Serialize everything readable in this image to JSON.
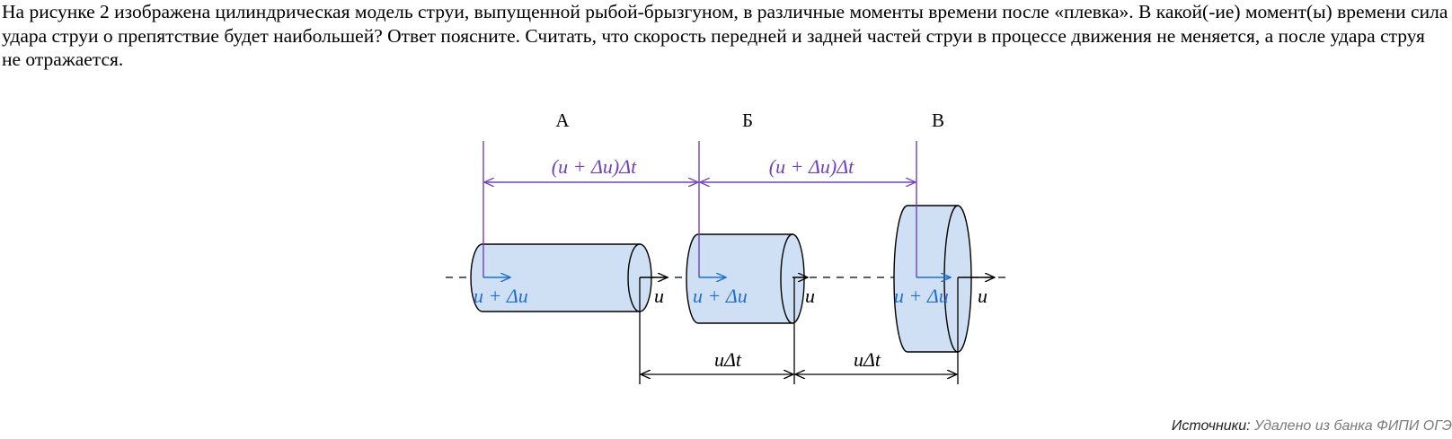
{
  "question": {
    "text": "На рисунке 2 изображена цилиндрическая модель струи, выпущенной рыбой-брызгуном, в различные моменты времени после «плевка». В какой(-ие) момент(ы) времени сила удара струи о препятствие будет наибольшей? Ответ поясните. Считать, что скорость передней и задней частей струи в процессе движения не меняется, а после удара струя не отражается."
  },
  "figure": {
    "moment_labels": [
      "А",
      "Б",
      "В"
    ],
    "top_interval_label": "(u + Δu)Δt",
    "bottom_interval_label": "uΔt",
    "rear_speed_label": "u + Δu",
    "front_speed_label": "u",
    "colors": {
      "purple": "#7040c0",
      "blue": "#1f6fcf",
      "cylinder_fill": "#cfe0f5"
    }
  },
  "source": {
    "label": "Источники:",
    "value": "Удалено из банка ФИПИ ОГЭ"
  }
}
